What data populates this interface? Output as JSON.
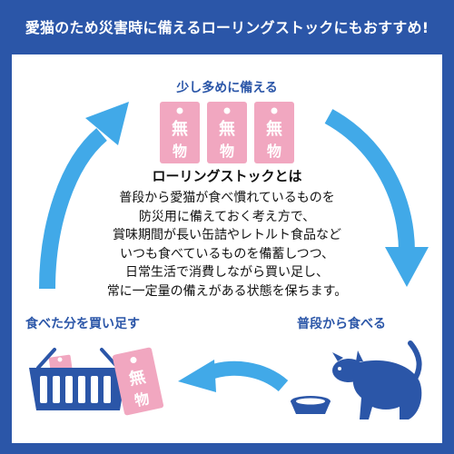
{
  "header": {
    "title": "愛猫のため災害時に備えるローリングストックにもおすすめ!"
  },
  "cycle": {
    "top_label": "少し多めに備える",
    "left_label": "食べた分を買い足す",
    "right_label": "普段から食べる"
  },
  "center": {
    "title": "ローリングストックとは",
    "lines": [
      "普段から愛猫が食べ慣れているものを",
      "防災用に備えておく考え方で、",
      "賞味期間が長い缶詰やレトルト食品など",
      "いつも食べているものを備蓄しつつ、",
      "日常生活で消費しながら買い足し、",
      "常に一定量の備えがある状態を保ちます。"
    ]
  },
  "tag": {
    "text_top": "無",
    "text_bottom": "物"
  },
  "colors": {
    "frame_blue": "#2b56a8",
    "arrow_blue": "#41a9e8",
    "tag_pink": "#f1a7c0",
    "cat_blue": "#2b56a8"
  },
  "icons": [
    "cycle-arrow-icon",
    "product-tag-icon",
    "shopping-basket-icon",
    "cat-icon",
    "food-bowl-icon"
  ]
}
